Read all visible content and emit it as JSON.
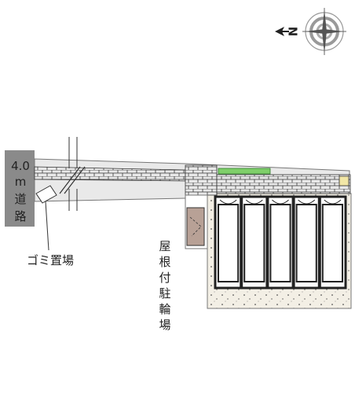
{
  "compass": {
    "north_label": "N",
    "north_direction": "left",
    "icon": "compass-rose-icon"
  },
  "road": {
    "width_label": "4.0",
    "unit_label": "m",
    "road_label_1": "道",
    "road_label_2": "路",
    "fill_color": "#8a8a8a"
  },
  "labels": {
    "garbage": "ゴミ置場",
    "bicycle_parking": [
      "屋",
      "根",
      "付",
      "駐",
      "輪",
      "場"
    ]
  },
  "building": {
    "unit_count": 5
  },
  "colors": {
    "wall_fill": "#e6e6e6",
    "brick_line": "#333333",
    "bike_shed": "#b8a196",
    "site_ground": "#f2eee4",
    "planting": "#7fcf6a"
  }
}
